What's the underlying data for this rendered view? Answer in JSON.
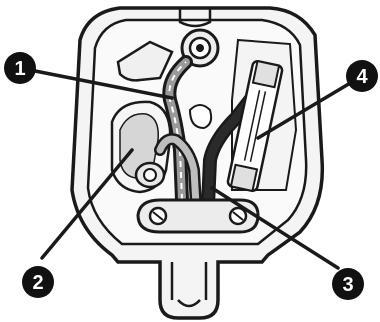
{
  "diagram": {
    "subject": "plug-interior-wiring",
    "callouts": [
      {
        "id": "callout-1",
        "number": "1"
      },
      {
        "id": "callout-2",
        "number": "2"
      },
      {
        "id": "callout-3",
        "number": "3"
      },
      {
        "id": "callout-4",
        "number": "4"
      }
    ],
    "colors": {
      "line": "#1a1a1a",
      "callout_fill": "#111111",
      "callout_text": "#ffffff",
      "shading": "#9a9a9a",
      "shell_fill": "#f4f4f4",
      "background": "#ffffff"
    }
  }
}
